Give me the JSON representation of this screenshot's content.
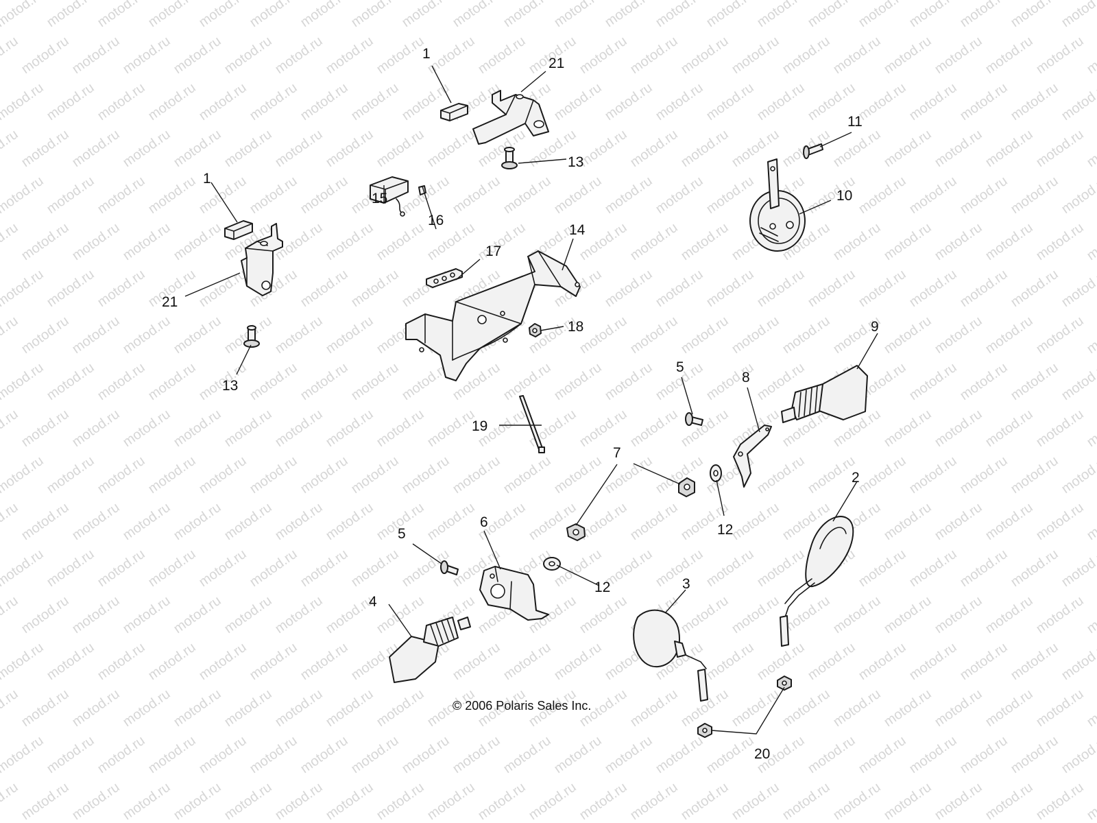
{
  "watermark": "motod.ru",
  "copyright": "© 2006 Polaris Sales Inc.",
  "callouts": {
    "c1a": "1",
    "c1b": "1",
    "c2": "2",
    "c3": "3",
    "c4": "4",
    "c5a": "5",
    "c5b": "5",
    "c6": "6",
    "c7": "7",
    "c8": "8",
    "c9": "9",
    "c10": "10",
    "c11": "11",
    "c12a": "12",
    "c12b": "12",
    "c13a": "13",
    "c13b": "13",
    "c14": "14",
    "c15": "15",
    "c16": "16",
    "c17": "17",
    "c18": "18",
    "c19": "19",
    "c20": "20",
    "c21a": "21",
    "c21b": "21"
  },
  "colors": {
    "line": "#1a1a1a",
    "watermark": "#d6d6d6",
    "background": "#ffffff"
  }
}
